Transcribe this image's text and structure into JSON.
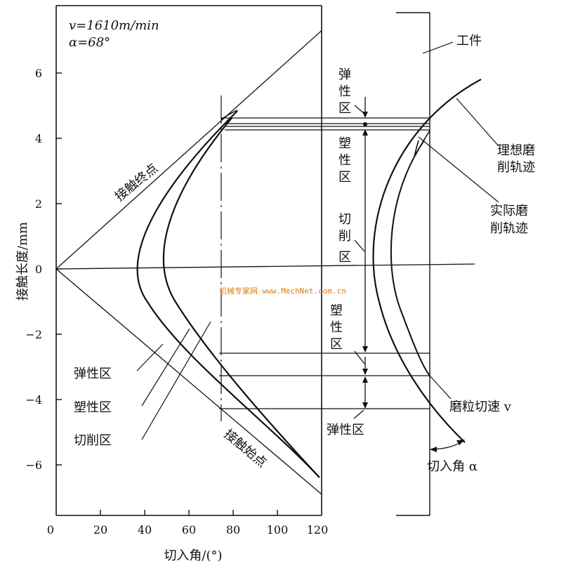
{
  "params": {
    "speed": "v=1610m/min",
    "angle": "α=68°"
  },
  "axes": {
    "xlabel": "切入角/(°)",
    "ylabel": "接触长度/mm",
    "x_ticks": [
      "0",
      "20",
      "40",
      "60",
      "80",
      "100",
      "120"
    ],
    "y_ticks": [
      "6",
      "4",
      "2",
      "0",
      "−2",
      "−4",
      "−6"
    ]
  },
  "line_labels": {
    "end_point": "接触终点",
    "start_point": "接触始点"
  },
  "left_zones": [
    "弹性区",
    "塑性区",
    "切削区"
  ],
  "workpiece_label": "工件",
  "middle_zones": {
    "top_elastic": [
      "弹",
      "性",
      "区"
    ],
    "top_plastic": [
      "塑",
      "性",
      "区"
    ],
    "cutting": [
      "切",
      "削",
      "区"
    ],
    "bottom_plastic": [
      "塑",
      "性",
      "区"
    ],
    "bottom_elastic": "弹性区"
  },
  "trajectories": {
    "ideal": [
      "理想磨",
      "削轨迹"
    ],
    "actual": [
      "实际磨",
      "削轨迹"
    ]
  },
  "grain_speed": "磨粒切速 v",
  "cut_angle": "切入角 α",
  "watermark": "机械专家网 www.MechNet.com.cn",
  "chart_data": {
    "type": "line",
    "xlabel": "切入角/(°)",
    "ylabel": "接触长度/mm",
    "xlim": [
      0,
      120
    ],
    "ylim": [
      -7.5,
      7.5
    ],
    "series": [
      {
        "name": "接触终点",
        "x": [
          0,
          120
        ],
        "y": [
          0,
          7.3
        ]
      },
      {
        "name": "接触始点",
        "x": [
          0,
          120
        ],
        "y": [
          0,
          -6.9
        ]
      }
    ]
  }
}
